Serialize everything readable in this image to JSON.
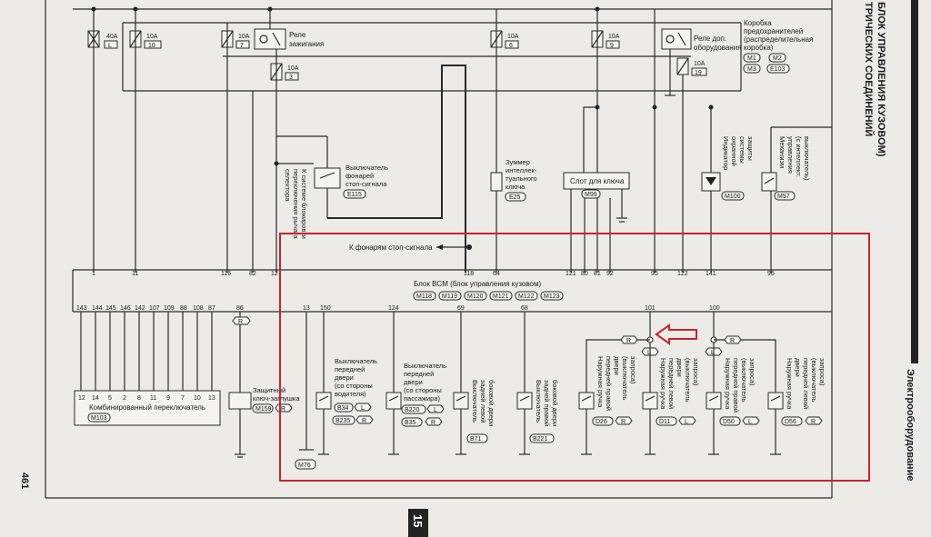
{
  "page": {
    "page_number": "15",
    "page_side_number": "461",
    "section_title": "Электрооборудование",
    "header_line1": "БЛОК УПРАВЛЕНИЯ КУЗОВОМ)",
    "header_line2": "ТРИЧЕСКИХ СОЕДИНЕНИЙ"
  },
  "fuses": [
    {
      "amp": "40A",
      "code": "L"
    },
    {
      "amp": "10A",
      "code": "10"
    },
    {
      "amp": "10A",
      "code": "7"
    },
    {
      "amp": "10A",
      "code": "3"
    },
    {
      "amp": "10A",
      "code": "6"
    },
    {
      "amp": "10A",
      "code": "9"
    },
    {
      "amp": "10A",
      "code": "19"
    }
  ],
  "relays": {
    "ignition": [
      "Реле",
      "зажигания"
    ],
    "accessory": [
      "Реле доп.",
      "оборудования"
    ]
  },
  "fuse_box": {
    "lines": [
      "Коробка",
      "предохранителей",
      "(распределительная",
      "коробка)"
    ],
    "connectors": [
      "M1",
      "M2",
      "M3",
      "E103"
    ]
  },
  "components": {
    "brake_switch": {
      "lines": [
        "Выключатель",
        "фонарей",
        "стоп-сигнала"
      ],
      "code": "E115"
    },
    "shift_lock": {
      "lines": [
        "К системе блокировки",
        "переключения рычага",
        "селектора"
      ]
    },
    "buzzer": {
      "lines": [
        "Зуммер",
        "интеллек-",
        "туального",
        "ключа"
      ],
      "code": "E25"
    },
    "key_slot": {
      "label": "Слот для ключа",
      "code": "M99"
    },
    "indicator": {
      "lines": [
        "Индикатор",
        "охранной",
        "системы",
        "защиты"
      ],
      "code": "M100"
    },
    "steering_lock": {
      "lines": [
        "Механизм",
        "управления",
        "(с интеллект.",
        "выключатель)"
      ],
      "code": "M57"
    },
    "stop_lamps": {
      "label": "К фонарям стоп-сигнала"
    },
    "bcm": {
      "label": "Блок BCM (блок управления кузовом)",
      "connectors": [
        "M118",
        "M119",
        "M120",
        "M121",
        "M122",
        "M123"
      ]
    },
    "combo_switch": {
      "label": "Комбинированный переключатель",
      "code": "M103",
      "pins": [
        "12",
        "14",
        "5",
        "2",
        "8",
        "11",
        "9",
        "7",
        "10",
        "13"
      ]
    },
    "shielded_plug": {
      "lines": [
        "Защитный",
        "ключ-заглушка"
      ],
      "code": "M159",
      "side": "R"
    },
    "front_left_door_switch": {
      "lines": [
        "Выключатель",
        "передней",
        "двери",
        "(со стороны",
        "водителя)"
      ],
      "code1": "B34",
      "side1": "L",
      "code2": "B235",
      "side2": "R"
    },
    "front_right_door_switch": {
      "lines": [
        "Выключатель",
        "передней",
        "двери",
        "(со стороны",
        "пассажира)"
      ],
      "code1": "B220",
      "side1": "L",
      "code2": "B35",
      "side2": "R"
    },
    "rear_left_door_switch": {
      "lines": [
        "Выключатель",
        "задней левой",
        "боковой двери"
      ],
      "code": "B71"
    },
    "rear_right_door_switch": {
      "lines": [
        "Выключатель",
        "задней правой",
        "боковой двери"
      ],
      "code": "B221"
    },
    "handle_fr": {
      "lines": [
        "Наружная ручка",
        "передней правой",
        "двери",
        "(выключатель",
        "запроса)"
      ],
      "code": "D26",
      "side": "R"
    },
    "handle_fl": {
      "lines": [
        "Наружная ручка",
        "передней левой",
        "двери",
        "(выключатель",
        "запроса)"
      ],
      "code": "D11",
      "side": "L"
    },
    "handle_rl": {
      "lines": [
        "Наружная ручка",
        "передней правой",
        "(выключатель",
        "запроса)"
      ],
      "code": "D50",
      "side": "L"
    },
    "handle_rr": {
      "lines": [
        "Наружная ручка",
        "двери",
        "передней левой",
        "(выключатель",
        "запроса)"
      ],
      "code": "D56",
      "side": "R"
    },
    "ground_conn": {
      "code": "M76"
    }
  },
  "bcm_pins_top": [
    "1",
    "11",
    "116",
    "82",
    "12",
    "118",
    "64",
    "121",
    "80",
    "81",
    "92",
    "95",
    "122",
    "141",
    "96"
  ],
  "bcm_pins_bottom": [
    "143",
    "144",
    "145",
    "146",
    "142",
    "107",
    "109",
    "88",
    "108",
    "87",
    "86",
    "13",
    "150",
    "124",
    "69",
    "68",
    "101",
    "100"
  ],
  "pin_side_labels": {
    "pin86": "R",
    "pin101_a": "R",
    "pin101_b": "L",
    "pin100_a": "L",
    "pin100_b": "R"
  },
  "highlight_color": "#c8232c",
  "arrow_color": "#c8232c"
}
